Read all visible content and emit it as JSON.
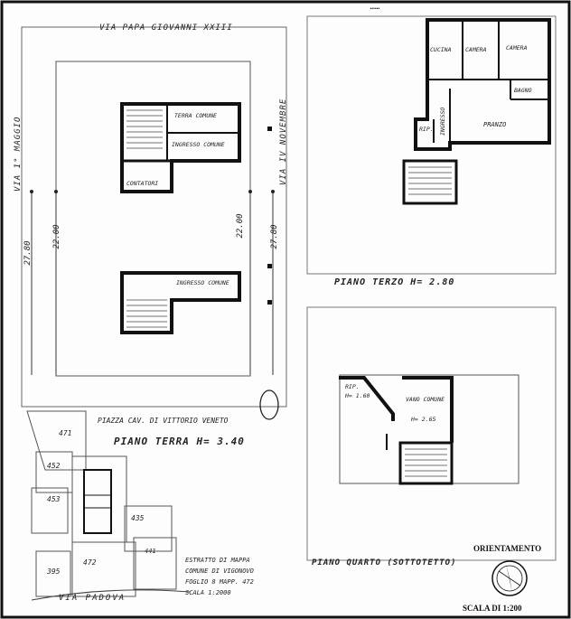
{
  "top_right_fragment": "……",
  "streets": {
    "top": "VIA PAPA GIOVANNI XXIII",
    "left": "VIA 1° MAGGIO",
    "right": "VIA IV NOVEMBRE",
    "piazza": "PIAZZA CAV. DI VITTORIO VENETO",
    "bottom": "VIA PADOVA"
  },
  "dimensions": {
    "left_outer": "27.80",
    "left_inner": "22.00",
    "right_inner": "22.00",
    "right_outer": "27.80"
  },
  "ground_floor": {
    "title": "PIANO TERRA  H= 3.40",
    "rooms": {
      "terra_comune": "TERRA COMUNE",
      "ingresso_comune_top": "INGRESSO COMUNE",
      "contatori": "CONTATORI",
      "ingresso_comune_bottom": "INGRESSO COMUNE"
    }
  },
  "third_floor": {
    "title": "PIANO TERZO  H= 2.80",
    "rooms": {
      "cucina": "CUCINA",
      "camera1": "CAMERA",
      "camera2": "CAMERA",
      "bagno": "BAGNO",
      "ingresso": "INGRESSO",
      "rip": "RIP.",
      "pranzo": "PRANZO"
    }
  },
  "fourth_floor": {
    "title": "PIANO QUARTO (SOTTOTETTO)",
    "rooms": {
      "rip": "RIP.",
      "rip_h": "H= 1.60",
      "vano": "VANO COMUNE",
      "vano_h": "H= 2.65"
    }
  },
  "parcels": [
    "471",
    "452",
    "453",
    "435",
    "472",
    "395",
    "441"
  ],
  "cadastral": {
    "line1": "ESTRATTO DI MAPPA",
    "line2": "COMUNE DI VIGONOVO",
    "line3": "FOGLIO 8    MAPP. 472",
    "line4": "SCALA        1:2000"
  },
  "orientamento": "ORIENTAMENTO",
  "scale": "SCALA DI 1:200"
}
